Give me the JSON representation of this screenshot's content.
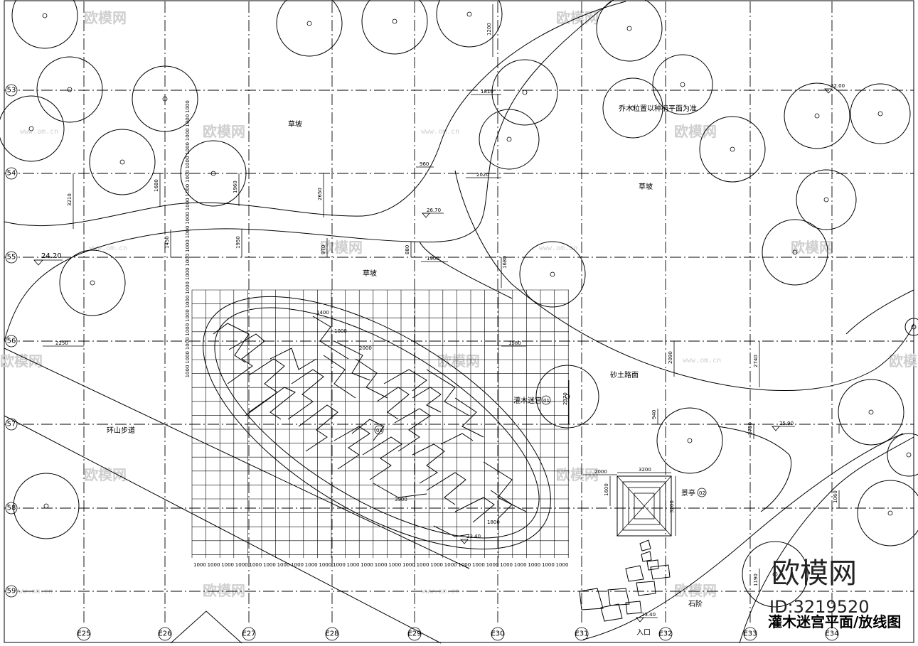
{
  "drawing": {
    "title": "灌木迷宫平面/放线图",
    "brand": "欧模网",
    "brand_id": "ID:3219520",
    "watermark": "欧模网",
    "watermark_url": "www.om.cn"
  },
  "axes": {
    "rows": [
      "53",
      "54",
      "55",
      "56",
      "57",
      "58",
      "59"
    ],
    "cols": [
      "E25",
      "E26",
      "E27",
      "E28",
      "E29",
      "E30",
      "E31",
      "E32",
      "E33",
      "E34"
    ]
  },
  "labels": {
    "grass1": "草坡",
    "grass2": "草坡",
    "grass3": "草坡",
    "tree_note": "乔木位置以种植平面为准",
    "path": "环山步道",
    "sandy": "砂土路面",
    "maze": "灌木迷宫",
    "maze_num": "01",
    "pavilion": "景亭",
    "pavilion_num": "02",
    "inner_num": "03",
    "steps": "石阶",
    "entrance": "入口"
  },
  "elevations": [
    "24.20",
    "26.70",
    "25.90",
    "32.00",
    "23.40",
    "23.40"
  ],
  "dimensions": {
    "d1": "3210",
    "d2": "1680",
    "d3": "1960",
    "d4": "2650",
    "d5": "1450",
    "d6": "1950",
    "d7": "970",
    "d8": "880",
    "d9": "960",
    "d10": "1900",
    "d11": "1810",
    "d12": "2020",
    "d13": "1680",
    "d14": "2250",
    "d15": "1580",
    "d16": "2090",
    "d17": "2740",
    "d18": "2370",
    "d19": "940",
    "d20": "3200",
    "d21": "2000",
    "d22": "1600",
    "d23": "3200",
    "d24": "2750",
    "d25": "1060",
    "d26": "1190",
    "d27": "1200",
    "d28": "2000",
    "d29": "1000",
    "d30": "1400",
    "d31": "3900",
    "d32": "1800"
  },
  "module": "1000"
}
